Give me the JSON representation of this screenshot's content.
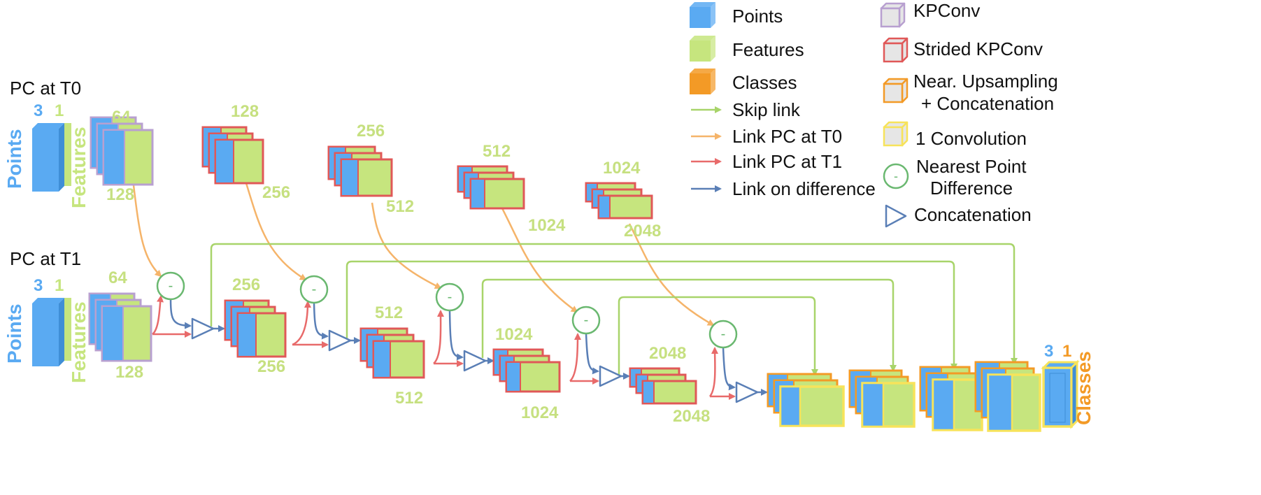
{
  "colors": {
    "points": "#5aaaf2",
    "features": "#c6e57e",
    "classes": "#f39a26",
    "kpconv_border": "#b8a0d0",
    "strided_border": "#e05858",
    "upsample_border": "#f39a26",
    "conv1_border": "#f7e35a",
    "skip_link": "#a8d46a",
    "link_t0": "#f5b46a",
    "link_t1": "#e86a6a",
    "link_diff": "#5a7fb6",
    "diff_circle": "#6ab870",
    "concat": "#5a7fb6"
  },
  "inputs": {
    "t0": {
      "title": "PC at T0",
      "points_dim": "3",
      "features_dim": "1",
      "points_label": "Points",
      "features_label": "Features"
    },
    "t1": {
      "title": "PC at T1",
      "points_dim": "3",
      "features_dim": "1",
      "points_label": "Points",
      "features_label": "Features"
    }
  },
  "encoder_t0": [
    {
      "top": "64",
      "bottom": "128"
    },
    {
      "top": "128",
      "bottom": "256"
    },
    {
      "top": "256",
      "bottom": "512"
    },
    {
      "top": "512",
      "bottom": "1024"
    },
    {
      "top": "1024",
      "bottom": "2048"
    }
  ],
  "encoder_t1": [
    {
      "top": "64",
      "bottom": "128"
    },
    {
      "top": "256",
      "bottom": "256"
    },
    {
      "top": "512",
      "bottom": "512"
    },
    {
      "top": "1024",
      "bottom": "1024"
    },
    {
      "top": "2048",
      "bottom": "2048"
    }
  ],
  "difference_symbol": "-",
  "output": {
    "points_dim": "3",
    "classes_dim": "1",
    "label": "Classes"
  },
  "legend": {
    "col1": [
      {
        "label": "Points"
      },
      {
        "label": "Features"
      },
      {
        "label": "Classes"
      },
      {
        "label": "Skip link"
      },
      {
        "label": "Link PC at T0"
      },
      {
        "label": "Link PC at T1"
      },
      {
        "label": "Link on difference"
      }
    ],
    "col2": [
      {
        "label": "KPConv"
      },
      {
        "label": "Strided KPConv"
      },
      {
        "label_line1": "Near. Upsampling",
        "label_line2": "+ Concatenation"
      },
      {
        "label": "1 Convolution"
      },
      {
        "label_line1": "Nearest Point",
        "label_line2": "Difference",
        "symbol": "-"
      },
      {
        "label": "Concatenation"
      }
    ]
  }
}
